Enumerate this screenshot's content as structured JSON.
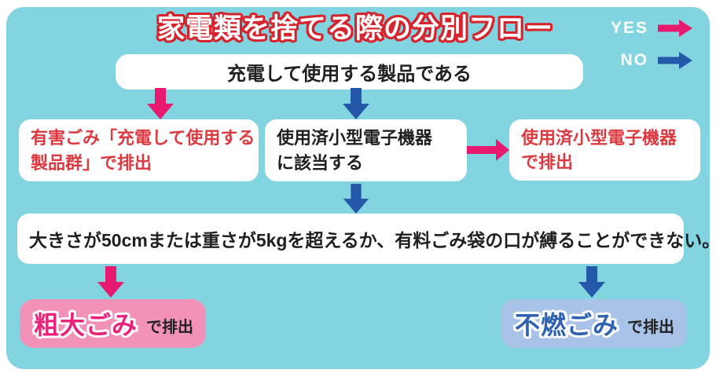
{
  "colors": {
    "panel-bg": "#83d4e1",
    "pink": "#e81a70",
    "blue": "#2558a9",
    "red-text": "#dc3a41",
    "title-red": "#d6232c",
    "pink-badge-bg": "#f392b8",
    "blue-badge-bg": "#a9c3e8",
    "sodai-pink": "#e9237b",
    "funen-blue": "#2f63b1",
    "ink": "#1f1f1f"
  },
  "title": "家電類を捨てる際の分別フロー",
  "legend": {
    "yes": "YES",
    "no": "NO"
  },
  "nodes": {
    "start": "充電して使用する製品である",
    "hazardous": {
      "lines": [
        "有害ごみ「充電して使用する",
        "製品群」で排出"
      ]
    },
    "small_question": {
      "lines": [
        "使用済小型電子機器",
        "に該当する"
      ]
    },
    "small_output": {
      "lines": [
        "使用済小型電子機器",
        "で排出"
      ]
    },
    "size_question": "大きさが50cmまたは重さが5kgを超えるか、有料ごみ袋の口が縛ることができない。",
    "oversized": {
      "label": "粗大ごみ",
      "suffix": "で排出"
    },
    "noncombustible": {
      "label": "不燃ごみ",
      "suffix": "で排出"
    }
  }
}
